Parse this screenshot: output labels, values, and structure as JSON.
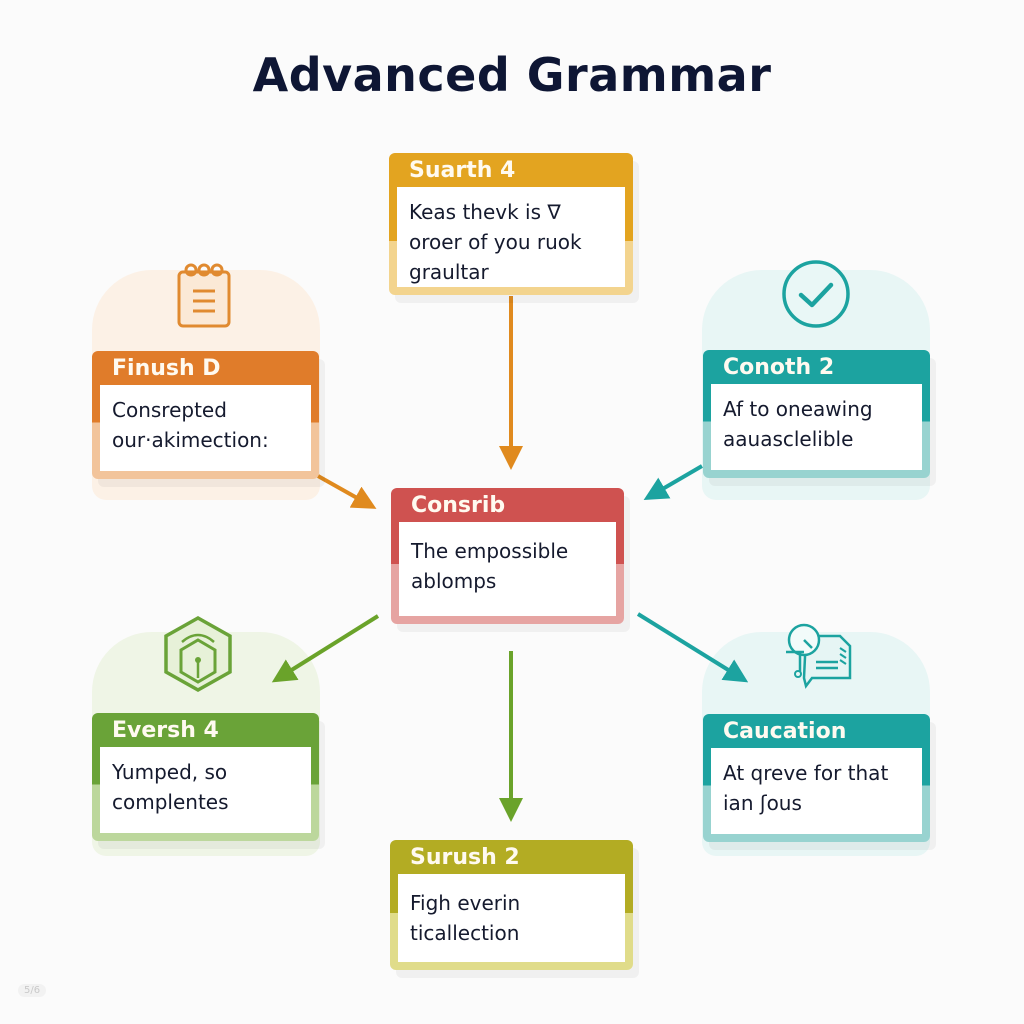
{
  "title": "Advanced Grammar",
  "colors": {
    "background": "#fbfbfb",
    "title": "#0e1634",
    "amber": "#e3a420",
    "orange": "#e07c2a",
    "teal": "#1ca3a0",
    "red": "#cf5250",
    "green": "#6aa338",
    "olive": "#b3ac23"
  },
  "nodes": [
    {
      "id": "top",
      "header": "Suarth 4",
      "lines": [
        "Keas thevk is ∇",
        "oroer of you ruok",
        "graultar"
      ],
      "color": "#e3a420",
      "icon": null
    },
    {
      "id": "left-upper",
      "header": "Finush D",
      "lines": [
        "Consrepted",
        "our·akimection:"
      ],
      "color": "#e07c2a",
      "icon": "notepad-icon"
    },
    {
      "id": "right-upper",
      "header": "Conoth 2",
      "lines": [
        "Af to oneawing",
        "aauasclelible"
      ],
      "color": "#1ca3a0",
      "icon": "check-circle-icon"
    },
    {
      "id": "center",
      "header": "Consrib",
      "lines": [
        "The empossible",
        "ablomps"
      ],
      "color": "#cf5250",
      "icon": null
    },
    {
      "id": "left-lower",
      "header": "Eversh 4",
      "lines": [
        "Yumped, so",
        "complentes"
      ],
      "color": "#6aa338",
      "icon": "hexagon-cube-icon"
    },
    {
      "id": "right-lower",
      "header": "Caucation",
      "lines": [
        "At qreve for that",
        "ian ʃous"
      ],
      "color": "#1ca3a0",
      "icon": "clock-document-icon"
    },
    {
      "id": "bottom",
      "header": "Surush 2",
      "lines": [
        "Figh everin",
        "ticallection"
      ],
      "color": "#b3ac23",
      "icon": null
    }
  ],
  "edges": [
    {
      "from": "top",
      "to": "center",
      "color": "#e08a1e"
    },
    {
      "from": "left-upper",
      "to": "center",
      "color": "#e08a1e"
    },
    {
      "from": "right-upper",
      "to": "center",
      "color": "#1ca3a0"
    },
    {
      "from": "center",
      "to": "left-lower",
      "color": "#6aa32a"
    },
    {
      "from": "center",
      "to": "bottom",
      "color": "#6aa32a"
    },
    {
      "from": "center",
      "to": "right-lower",
      "color": "#1ca3a0"
    }
  ],
  "watermark": "5/6"
}
